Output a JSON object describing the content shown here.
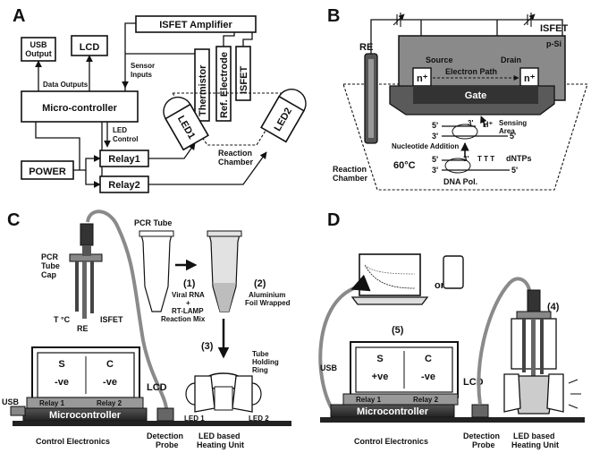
{
  "panels": {
    "a": {
      "letter": "A",
      "isfet_amplifier": "ISFET Amplifier",
      "usb_output": "USB\nOutput",
      "lcd": "LCD",
      "data_outputs": "Data Outputs",
      "sensor_inputs": "Sensor\nInputs",
      "thermistor": "Thermistor",
      "ref_electrode": "Ref. Electrode",
      "isfet": "ISFET",
      "microcontroller": "Micro-controller",
      "led_control": "LED\nControl",
      "led1": "LED1",
      "led2": "LED2",
      "power": "POWER",
      "relay1": "Relay1",
      "relay2": "Relay2",
      "reaction_chamber": "Reaction\nChamber"
    },
    "b": {
      "letter": "B",
      "isfet": "ISFET",
      "re": "RE",
      "p_si": "p-Si",
      "source": "Source",
      "drain": "Drain",
      "n_plus": "n⁺",
      "electron_path": "Electron Path",
      "gate": "Gate",
      "h_plus": "H⁺",
      "sensing_area": "Sensing\nArea",
      "five_prime": "5'",
      "three_prime": "3'",
      "nucleotide_addition": "Nucleotide Addition",
      "temperature": "60°C",
      "dntps": "dNTPs",
      "dna_pol": "DNA Pol.",
      "reaction_chamber": "Reaction\nChamber"
    },
    "c": {
      "letter": "C",
      "pcr_tube": "PCR Tube",
      "pcr_tube_cap": "PCR\nTube\nCap",
      "step1": "(1)",
      "step1_text": "Viral RNA\n+\nRT-LAMP\nReaction Mix",
      "step2": "(2)",
      "step2_text": "Aluminium\nFoil Wrapped",
      "step3": "(3)",
      "tube_holding_ring": "Tube\nHolding\nRing",
      "t_c": "T °C",
      "isfet": "ISFET",
      "re": "RE",
      "lcd_s": "S",
      "lcd_c": "C",
      "lcd_s_val": "-ve",
      "lcd_c_val": "-ve",
      "lcd": "LCD",
      "usb": "USB",
      "relay1": "Relay 1",
      "relay2": "Relay 2",
      "microcontroller": "Microcontroller",
      "led1": "LED 1",
      "led2": "LED 2",
      "control_electronics": "Control Electronics",
      "detection_probe": "Detection\nProbe",
      "heating_unit": "LED based\nHeating Unit"
    },
    "d": {
      "letter": "D",
      "or": "or",
      "step5": "(5)",
      "step4": "(4)",
      "usb": "USB",
      "lcd_s": "S",
      "lcd_c": "C",
      "lcd_s_val": "+ve",
      "lcd_c_val": "-ve",
      "lcd": "LCD",
      "relay1": "Relay 1",
      "relay2": "Relay 2",
      "microcontroller": "Microcontroller",
      "control_electronics": "Control Electronics",
      "detection_probe": "Detection\nProbe",
      "heating_unit": "LED based\nHeating Unit"
    }
  }
}
